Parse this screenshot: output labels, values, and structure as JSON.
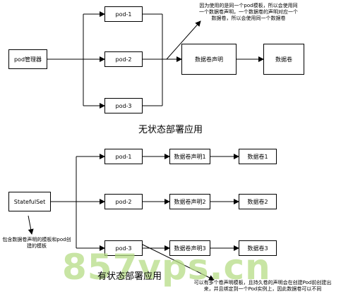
{
  "stateless": {
    "title": "无状态部署应用",
    "manager": "pod管理器",
    "pods": [
      "pod-1",
      "pod-2",
      "pod-3"
    ],
    "claim": "数据卷声明",
    "volume": "数据卷",
    "note": "因为使用的是同一个pod模板，所以会使用同一个数据卷声明，一个数据卷的声明对应一个数据卷，所以会使用同一个数据卷"
  },
  "stateful": {
    "title": "有状态部署应用",
    "manager": "StatefulSet",
    "pods": [
      "pod-1",
      "pod-2",
      "pod-3"
    ],
    "claims": [
      "数据卷声明1",
      "数据卷声明2",
      "数据卷声明3"
    ],
    "volumes": [
      "数据卷1",
      "数据卷2",
      "数据卷3"
    ],
    "template_note": "包含数据卷声明的模板和pod创建的模板",
    "claim_note": "可以有多个卷声明模板，且持久卷的声明会在创建Pod前创建出来，并且绑定到一个Pod实例上，因此数据卷可以不同"
  },
  "watermark": "857vps.cn"
}
